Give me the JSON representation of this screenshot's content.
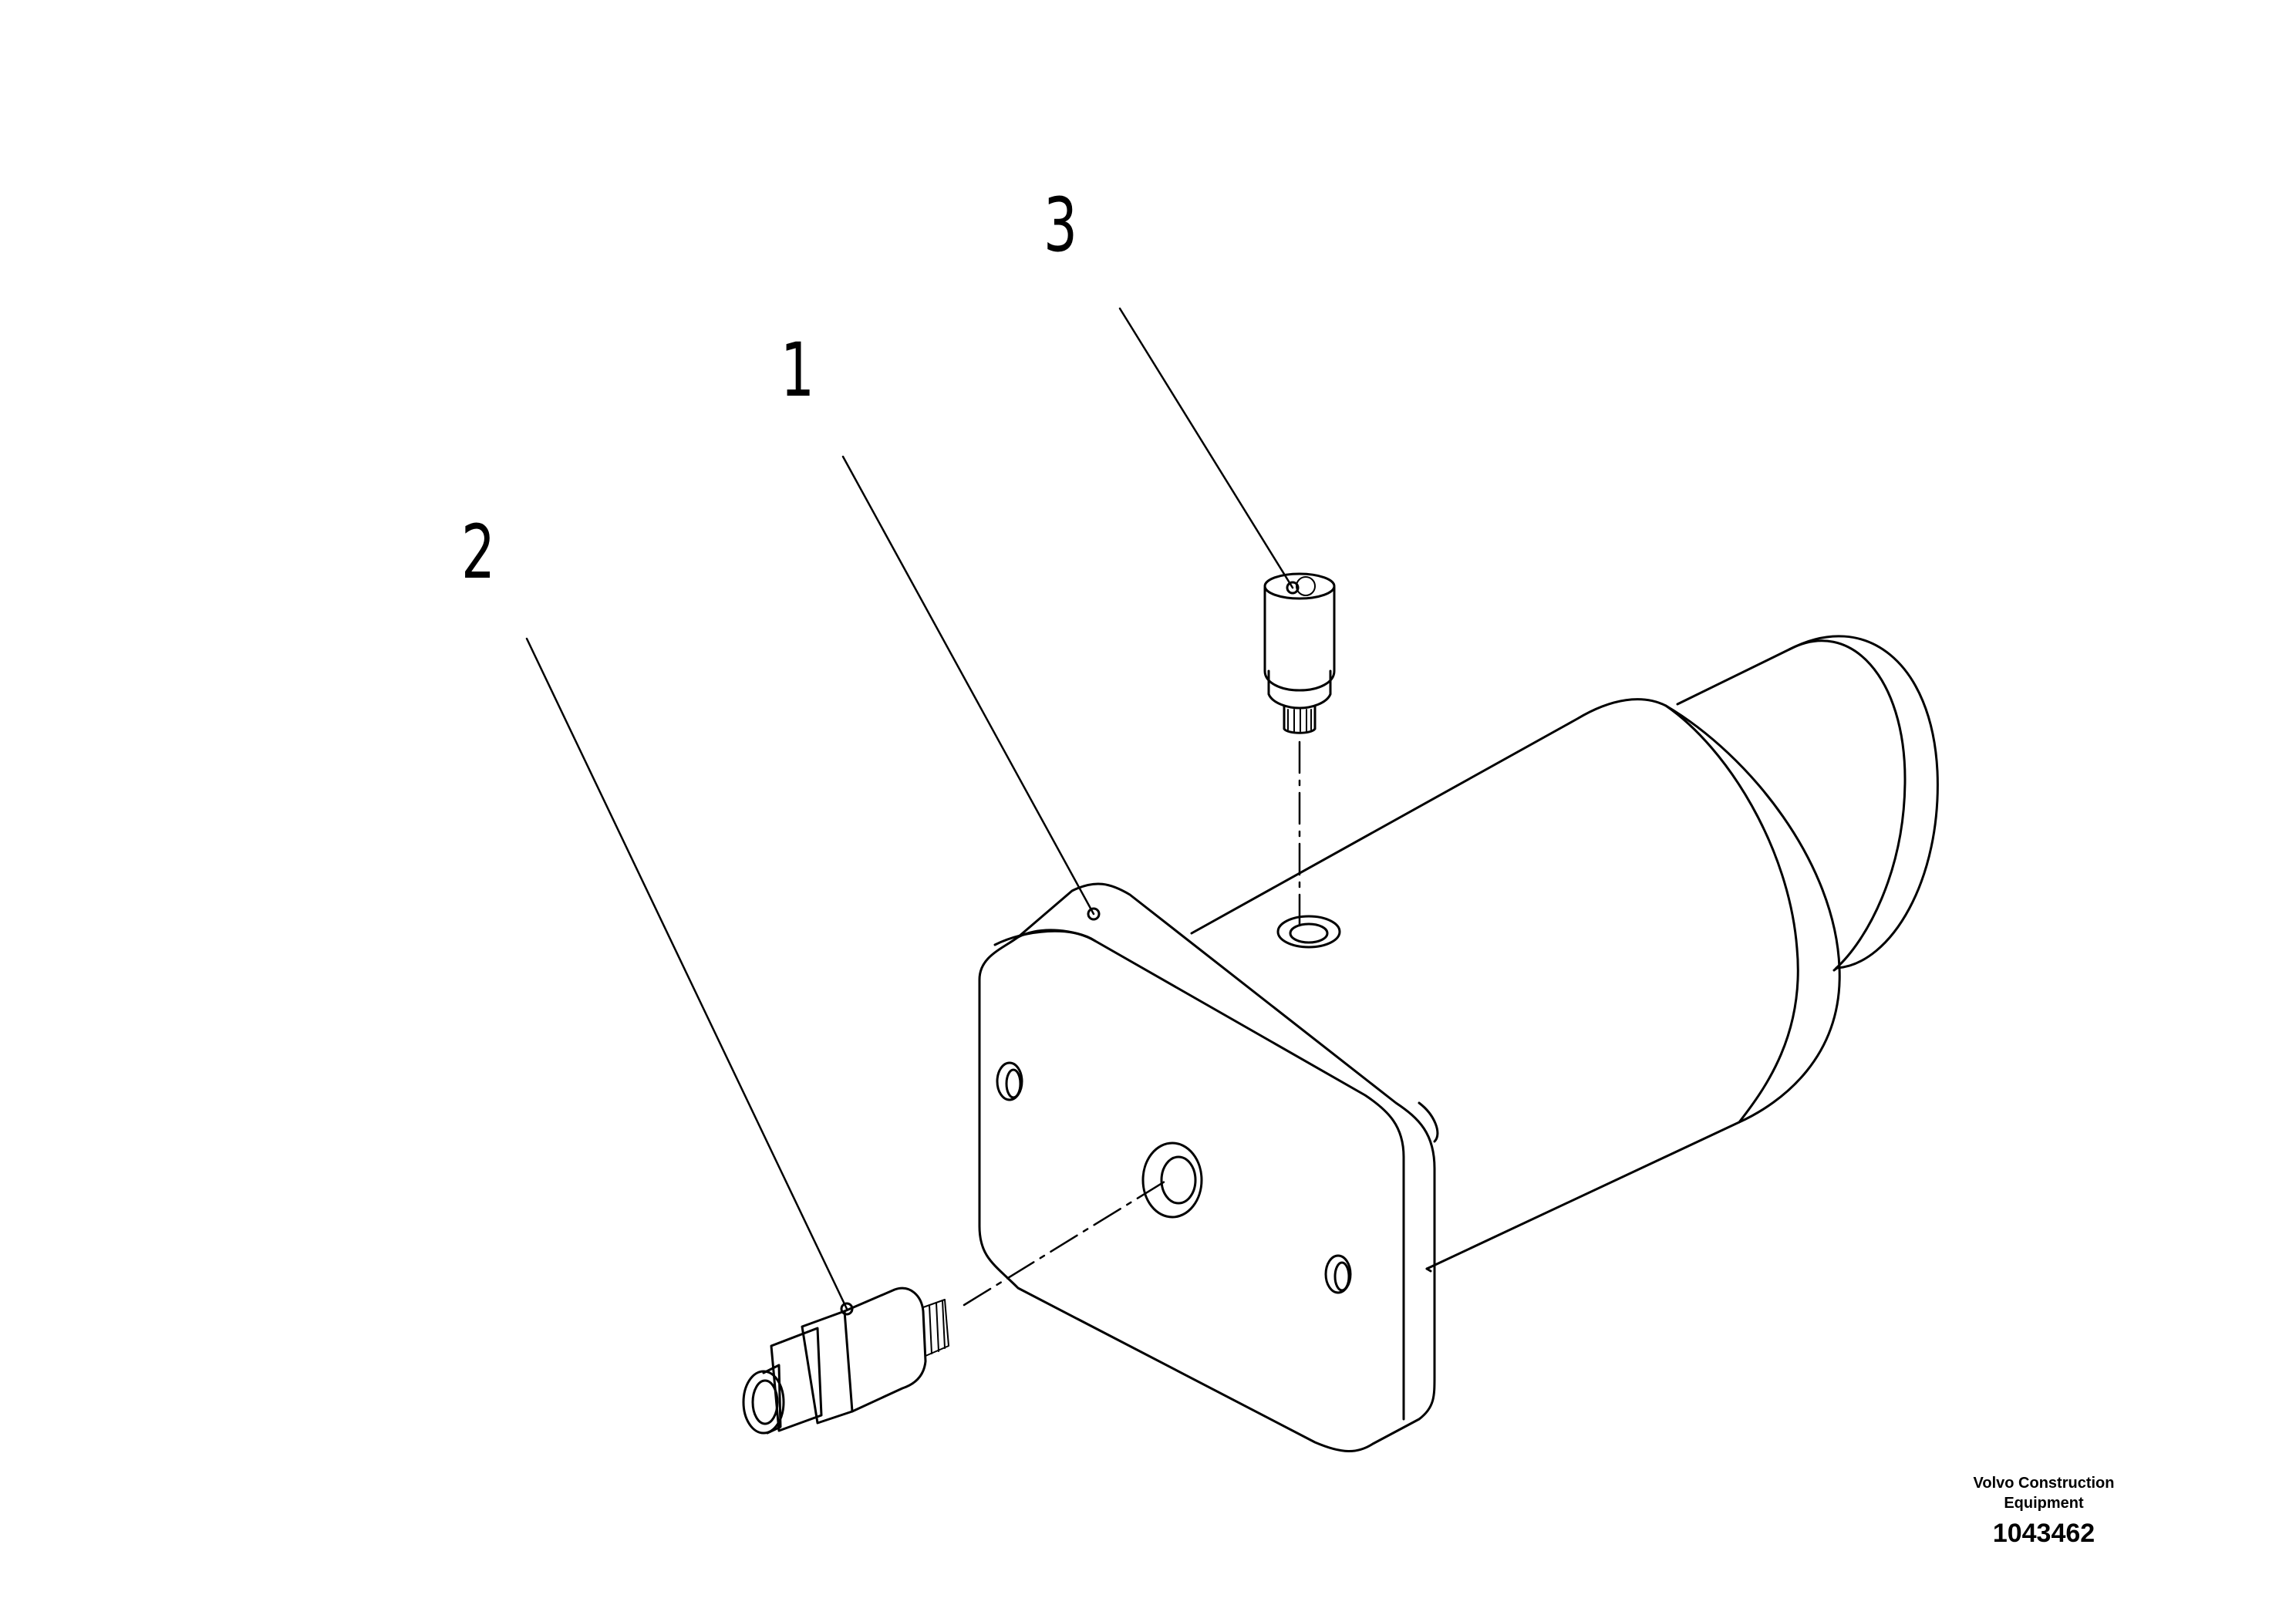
{
  "callouts": [
    {
      "id": "1",
      "label": "1",
      "part": "valve-body"
    },
    {
      "id": "2",
      "label": "2",
      "part": "fitting"
    },
    {
      "id": "3",
      "label": "3",
      "part": "sensor"
    }
  ],
  "credit": {
    "company_line1": "Volvo Construction",
    "company_line2": "Equipment",
    "document_number": "1043462"
  },
  "colors": {
    "line": "#000000",
    "background": "#ffffff"
  }
}
